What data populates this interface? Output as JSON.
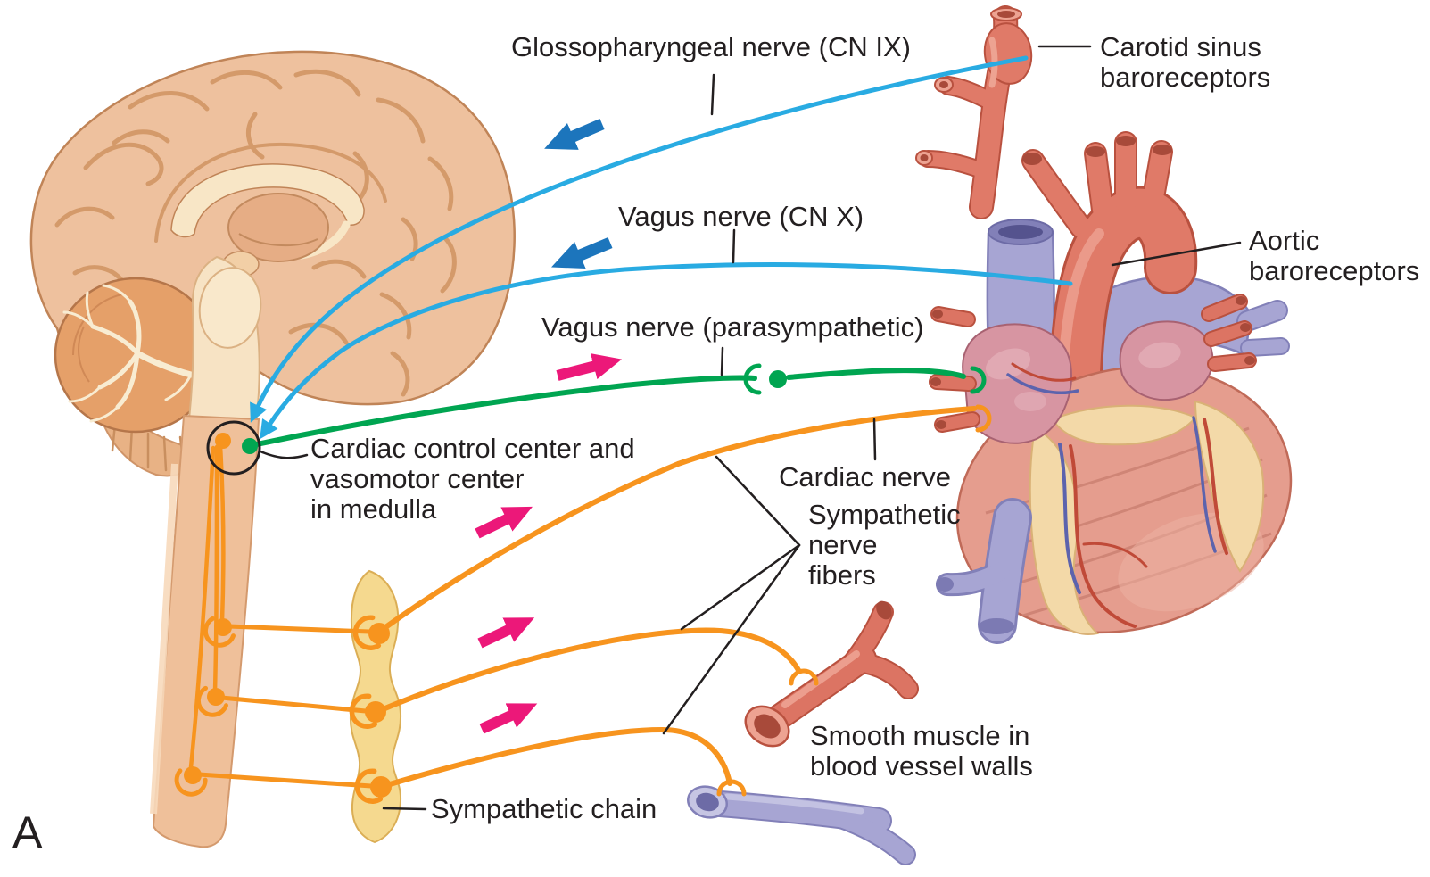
{
  "panel_label": "A",
  "colors": {
    "afferent_nerve_blue": "#29abe2",
    "arrow_blue": "#1c75bc",
    "parasympathetic_green": "#00a551",
    "sympathetic_orange": "#f7941e",
    "arrow_pink": "#ec1879",
    "text": "#231f20"
  },
  "labels": {
    "glossopharyngeal": "Glossopharyngeal nerve (CN IX)",
    "carotid_sinus": {
      "line1": "Carotid sinus",
      "line2": "baroreceptors"
    },
    "vagus_cnx": "Vagus nerve (CN X)",
    "aortic": {
      "line1": "Aortic",
      "line2": "baroreceptors"
    },
    "vagus_parasympathetic": "Vagus nerve (parasympathetic)",
    "cardiac_control_center": {
      "line1": "Cardiac control center and",
      "line2": "vasomotor center",
      "line3": "in medulla"
    },
    "cardiac_nerve": "Cardiac nerve",
    "sympathetic_nerve_fibers": {
      "line1": "Sympathetic",
      "line2": "nerve",
      "line3": "fibers"
    },
    "smooth_muscle": {
      "line1": "Smooth muscle in",
      "line2": "blood vessel walls"
    },
    "sympathetic_chain": "Sympathetic chain"
  }
}
